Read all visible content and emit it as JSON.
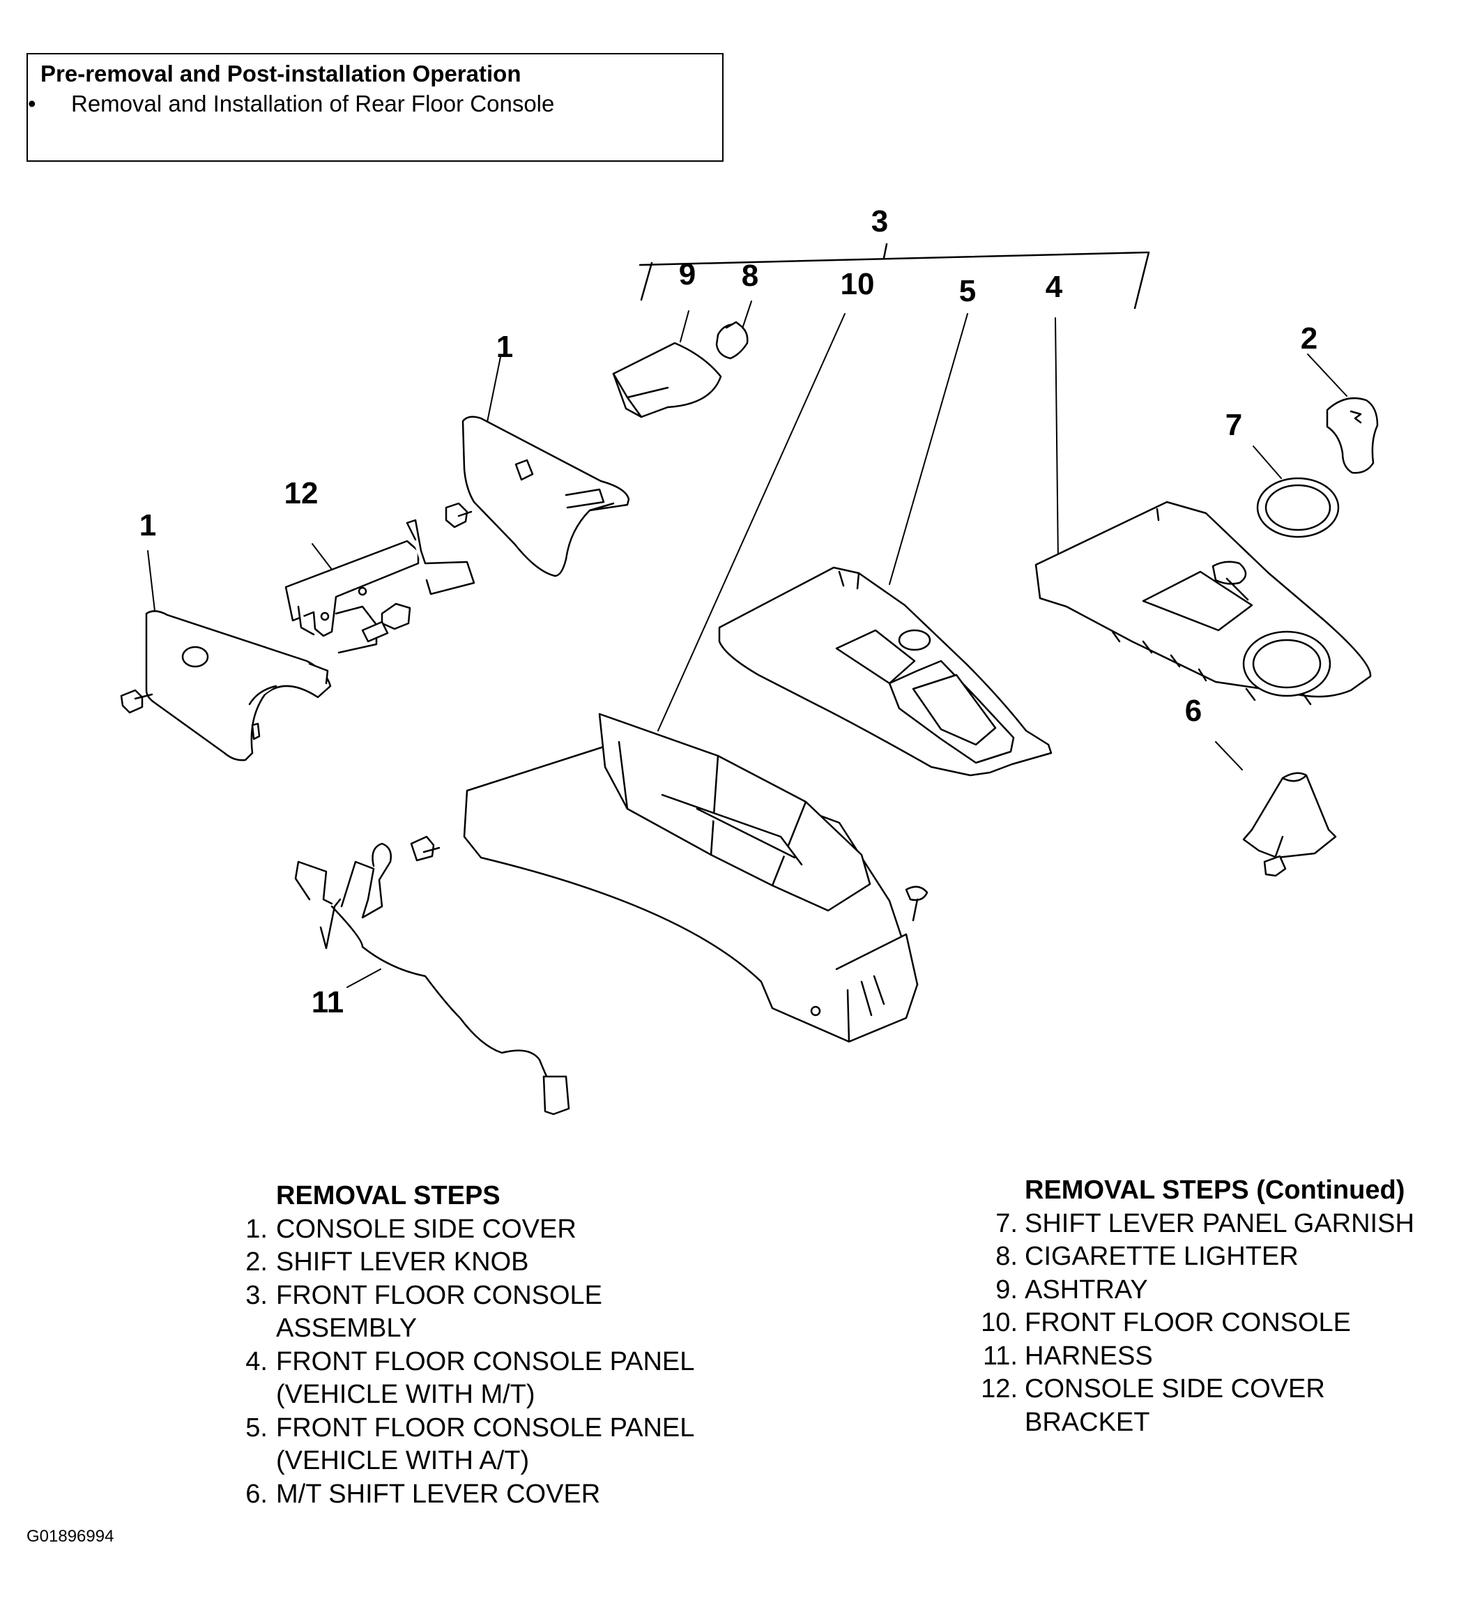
{
  "operation_box": {
    "title": "Pre-removal and Post-installation Operation",
    "bullet": "•",
    "item": "Removal and Installation of Rear Floor Console"
  },
  "callouts": {
    "c1a": "1",
    "c1b": "1",
    "c2": "2",
    "c3": "3",
    "c4": "4",
    "c5": "5",
    "c6": "6",
    "c7": "7",
    "c8": "8",
    "c9": "9",
    "c10": "10",
    "c11": "11",
    "c12": "12"
  },
  "removal_steps": {
    "heading": "REMOVAL STEPS",
    "items": [
      {
        "num": "1.",
        "lines": [
          "CONSOLE SIDE COVER"
        ]
      },
      {
        "num": "2.",
        "lines": [
          "SHIFT LEVER KNOB"
        ]
      },
      {
        "num": "3.",
        "lines": [
          "FRONT FLOOR CONSOLE",
          "ASSEMBLY"
        ]
      },
      {
        "num": "4.",
        "lines": [
          "FRONT FLOOR CONSOLE PANEL",
          "(VEHICLE WITH M/T)"
        ]
      },
      {
        "num": "5.",
        "lines": [
          "FRONT FLOOR CONSOLE PANEL",
          "(VEHICLE WITH A/T)"
        ]
      },
      {
        "num": "6.",
        "lines": [
          "M/T SHIFT LEVER COVER"
        ]
      }
    ]
  },
  "removal_steps_continued": {
    "heading": "REMOVAL STEPS (Continued)",
    "items": [
      {
        "num": "7.",
        "lines": [
          "SHIFT LEVER PANEL GARNISH"
        ]
      },
      {
        "num": "8.",
        "lines": [
          "CIGARETTE LIGHTER"
        ]
      },
      {
        "num": "9.",
        "lines": [
          "ASHTRAY"
        ]
      },
      {
        "num": "10.",
        "lines": [
          "FRONT FLOOR CONSOLE"
        ]
      },
      {
        "num": "11.",
        "lines": [
          "HARNESS"
        ]
      },
      {
        "num": "12.",
        "lines": [
          "CONSOLE SIDE COVER",
          "BRACKET"
        ]
      }
    ]
  },
  "figure_id": "G01896994"
}
